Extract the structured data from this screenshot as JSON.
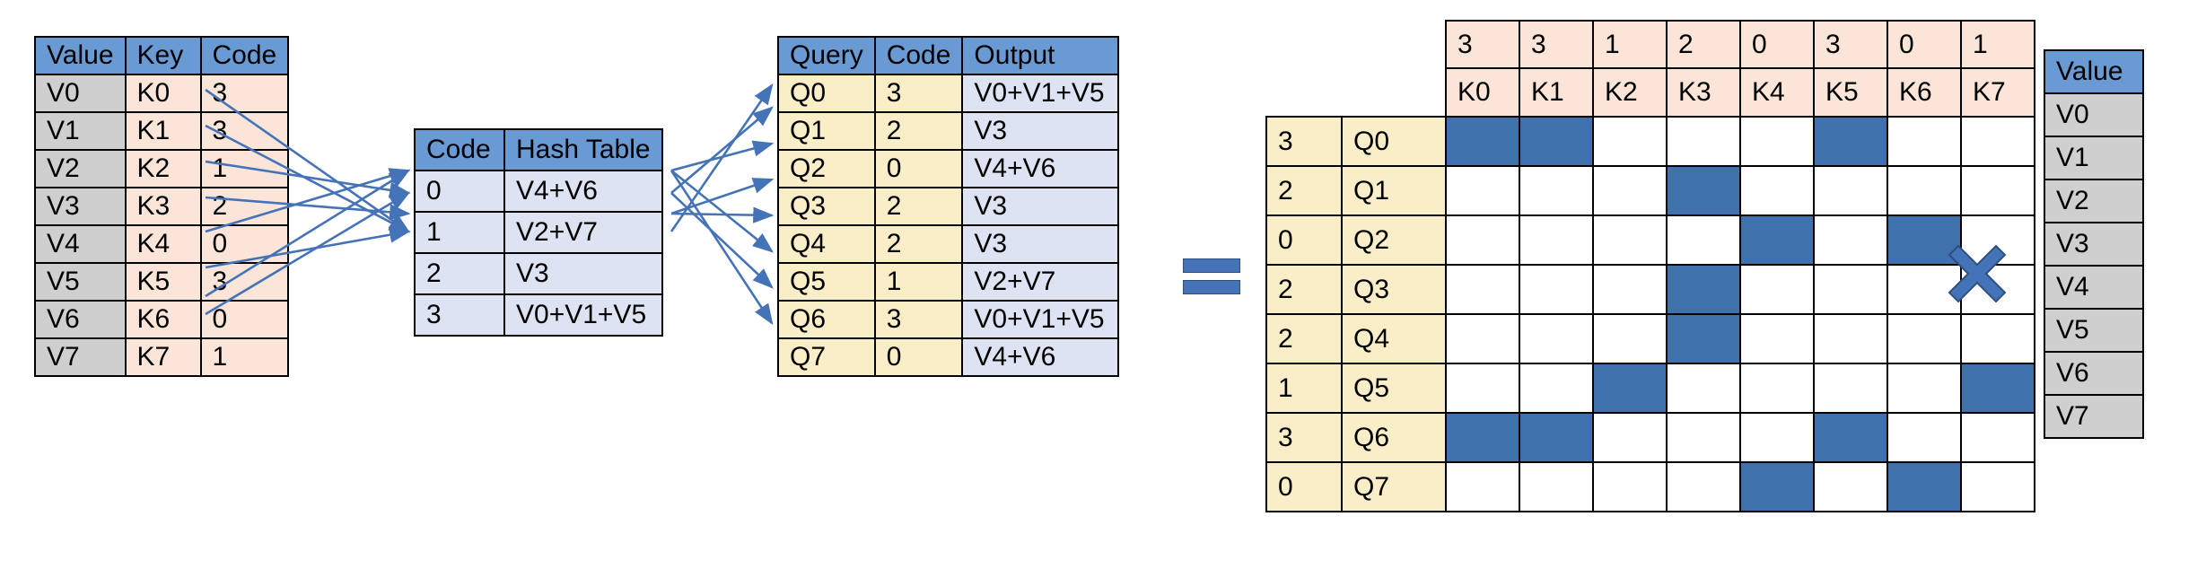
{
  "kv_table": {
    "name": "value-key-code-table",
    "headers": [
      "Value",
      "Key",
      "Code"
    ],
    "rows": [
      {
        "value": "V0",
        "key": "K0",
        "code": "3"
      },
      {
        "value": "V1",
        "key": "K1",
        "code": "3"
      },
      {
        "value": "V2",
        "key": "K2",
        "code": "1"
      },
      {
        "value": "V3",
        "key": "K3",
        "code": "2"
      },
      {
        "value": "V4",
        "key": "K4",
        "code": "0"
      },
      {
        "value": "V5",
        "key": "K5",
        "code": "3"
      },
      {
        "value": "V6",
        "key": "K6",
        "code": "0"
      },
      {
        "value": "V7",
        "key": "K7",
        "code": "1"
      }
    ]
  },
  "hash_table": {
    "name": "hash-table",
    "headers": [
      "Code",
      "Hash Table"
    ],
    "rows": [
      {
        "code": "0",
        "bucket": "V4+V6"
      },
      {
        "code": "1",
        "bucket": "V2+V7"
      },
      {
        "code": "2",
        "bucket": "V3"
      },
      {
        "code": "3",
        "bucket": "V0+V1+V5"
      }
    ]
  },
  "query_table": {
    "name": "query-code-output-table",
    "headers": [
      "Query",
      "Code",
      "Output"
    ],
    "rows": [
      {
        "query": "Q0",
        "code": "3",
        "output": "V0+V1+V5"
      },
      {
        "query": "Q1",
        "code": "2",
        "output": "V3"
      },
      {
        "query": "Q2",
        "code": "0",
        "output": "V4+V6"
      },
      {
        "query": "Q3",
        "code": "2",
        "output": "V3"
      },
      {
        "query": "Q4",
        "code": "2",
        "output": "V3"
      },
      {
        "query": "Q5",
        "code": "1",
        "output": "V2+V7"
      },
      {
        "query": "Q6",
        "code": "3",
        "output": "V0+V1+V5"
      },
      {
        "query": "Q7",
        "code": "0",
        "output": "V4+V6"
      }
    ]
  },
  "matrix": {
    "name": "attention-mask-matrix",
    "col_codes": [
      "3",
      "3",
      "1",
      "2",
      "0",
      "3",
      "0",
      "1"
    ],
    "col_keys": [
      "K0",
      "K1",
      "K2",
      "K3",
      "K4",
      "K5",
      "K6",
      "K7"
    ],
    "row_codes": [
      "3",
      "2",
      "0",
      "2",
      "2",
      "1",
      "3",
      "0"
    ],
    "row_queries": [
      "Q0",
      "Q1",
      "Q2",
      "Q3",
      "Q4",
      "Q5",
      "Q6",
      "Q7"
    ],
    "cells": [
      [
        1,
        1,
        0,
        0,
        0,
        1,
        0,
        0
      ],
      [
        0,
        0,
        0,
        1,
        0,
        0,
        0,
        0
      ],
      [
        0,
        0,
        0,
        0,
        1,
        0,
        1,
        0
      ],
      [
        0,
        0,
        0,
        1,
        0,
        0,
        0,
        0
      ],
      [
        0,
        0,
        0,
        1,
        0,
        0,
        0,
        0
      ],
      [
        0,
        0,
        1,
        0,
        0,
        0,
        0,
        1
      ],
      [
        1,
        1,
        0,
        0,
        0,
        1,
        0,
        0
      ],
      [
        0,
        0,
        0,
        0,
        1,
        0,
        1,
        0
      ]
    ]
  },
  "value_table": {
    "name": "value-column-table",
    "header": "Value",
    "rows": [
      "V0",
      "V1",
      "V2",
      "V3",
      "V4",
      "V5",
      "V6",
      "V7"
    ]
  },
  "operators": {
    "equals": "=",
    "times": "×"
  },
  "colors": {
    "header_blue": "#6a9ad4",
    "cell_blue_fill": "#3f72ad",
    "peach": "#fae5d8",
    "cream": "#faeec8",
    "light_blue": "#dde3f2",
    "grey": "#cfcfcf",
    "arrow_blue": "#4573b8",
    "operator_blue": "#4573b8"
  }
}
